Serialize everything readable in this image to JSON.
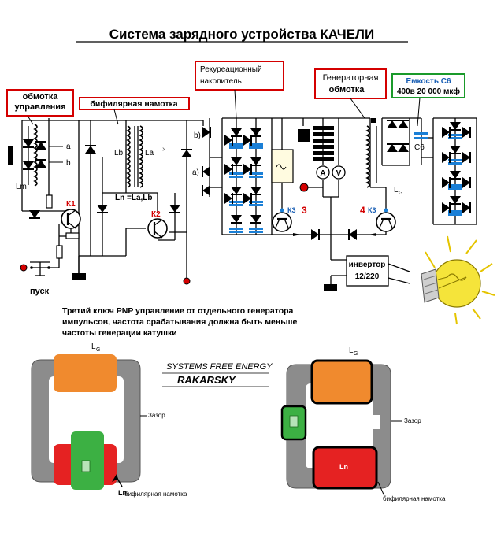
{
  "title": "Система зарядного устройства КАЧЕЛИ",
  "labels": {
    "control_winding_1": "обмотка",
    "control_winding_2": "управления",
    "bifilar": "бифилярная намотка",
    "recup_1": "Рекуреационный",
    "recup_2": "накопитель",
    "gen_1": "Генераторная",
    "gen_2": "обмотка",
    "cap_1": "Емкость С6",
    "cap_2": "400в 20 000 мкф",
    "inverter_1": "инвертор",
    "inverter_2": "12/220",
    "start": "пуск",
    "lm": "Lm",
    "lb": "Lb",
    "la": "La",
    "lg": "LG",
    "ln_formula": "Ln =La,Lb",
    "k1": "К1",
    "k2": "К2",
    "k3a": "К3",
    "k3b": "К3",
    "num3": "3",
    "num4": "4",
    "c6": "С6",
    "a": "a",
    "b": "b",
    "a_in": "a)",
    "b_in": "b)",
    "amm": "A",
    "volt": "V",
    "lb_lbl": "L",
    "lb_sub": "G"
  },
  "note": {
    "line1": "Третий ключ PNP  управление от отдельного генератора",
    "line2": "импульсов, частота срабатывания должна быть меньше",
    "line3": "частоты генерации катушки"
  },
  "brand": {
    "line1": "SYSTEMS FREE ENERGY",
    "line2": "RAKARSKY"
  },
  "cores": {
    "left_lg": "L",
    "left_lg_sub": "G",
    "left_gap": "Зазор",
    "left_ln": "Ln",
    "left_bifilar": "бифилярная намотка",
    "right_lg": "L",
    "right_lg_sub": "G",
    "right_gap": "Зазор",
    "right_ln": "Ln",
    "right_bifilar": "бифилярная намотка"
  },
  "colors": {
    "title": "#000000",
    "red_label": "#d40000",
    "box_border": "#d40000",
    "green_border": "#1a9a2a",
    "cap_text": "#1a5fb4",
    "orange": "#f08a2e",
    "red_block": "#e52222",
    "green_block": "#3cb043",
    "grey_core": "#8c8c8c",
    "bulb": "#f5e43a"
  }
}
